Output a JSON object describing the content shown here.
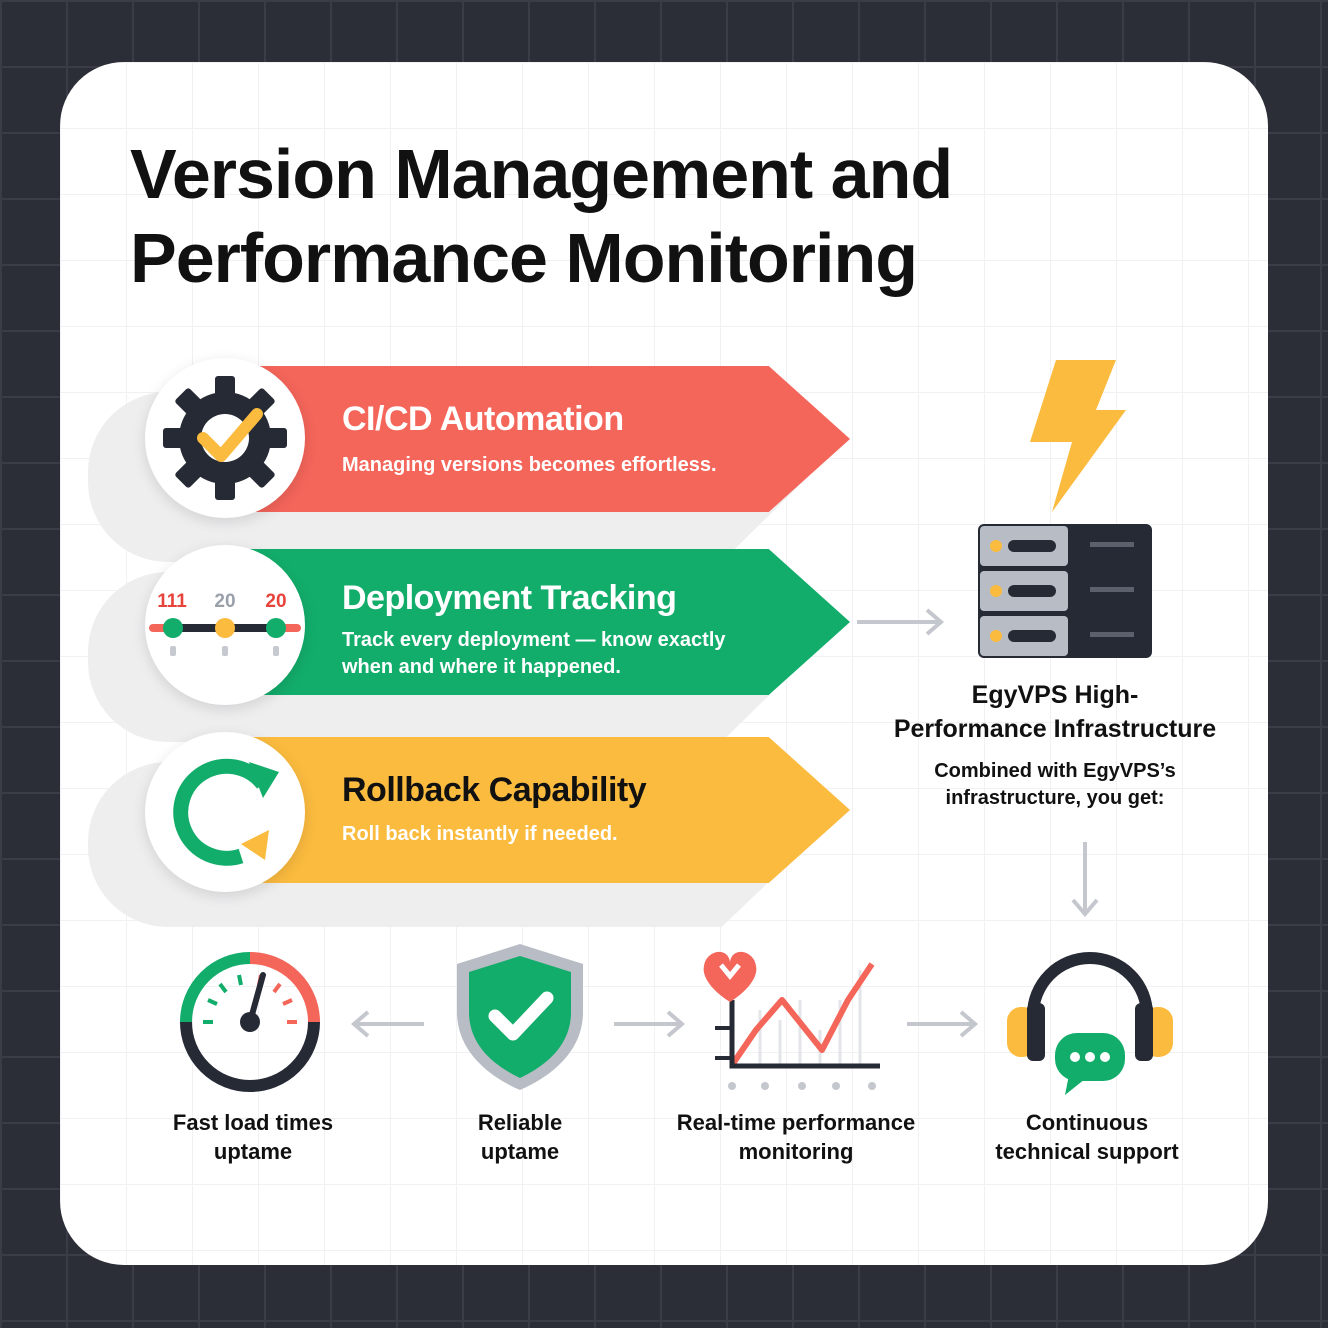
{
  "title_line1": "Version Management and",
  "title_line2": "Performance Monitoring",
  "features": [
    {
      "title": "CI/CD Automation",
      "desc": "Managing versions becomes effortless.",
      "color": "#f4655a",
      "icon": "gear-check-icon"
    },
    {
      "title": "Deployment Tracking",
      "desc_line1": "Track every deployment — know exactly",
      "desc_line2": "when and where it happened.",
      "color": "#12ad6b",
      "icon": "timeline-icon",
      "timeline_labels": [
        "111",
        "20",
        "20"
      ]
    },
    {
      "title": "Rollback Capability",
      "desc": "Roll back instantly if needed.",
      "color": "#fbbb3f",
      "icon": "rollback-arrows-icon"
    }
  ],
  "infra": {
    "title_line1": "EgyVPS High-",
    "title_line2": "Performance Infrastructure",
    "sub_line1": "Combined with EgyVPS’s",
    "sub_line2": "infrastructure, you get:"
  },
  "benefits": [
    {
      "line1": "Fast load times",
      "line2": "uptame",
      "icon": "speedometer-icon"
    },
    {
      "line1": "Reliable",
      "line2": "uptame",
      "icon": "shield-check-icon"
    },
    {
      "line1": "Real-time performance",
      "line2": "monitoring",
      "icon": "line-chart-icon"
    },
    {
      "line1": "Continuous",
      "line2": "technical support",
      "icon": "headset-icon"
    }
  ]
}
